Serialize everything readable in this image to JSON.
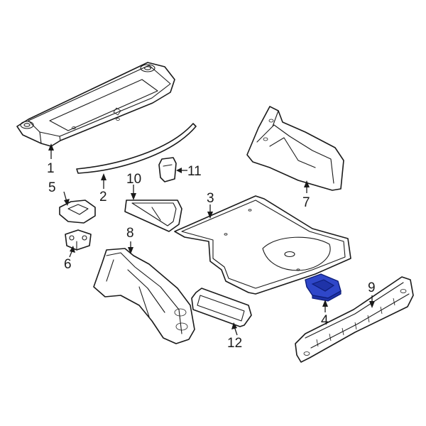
{
  "callouts": {
    "c1": "1",
    "c2": "2",
    "c3": "3",
    "c4": "4",
    "c5": "5",
    "c6": "6",
    "c7": "7",
    "c8": "8",
    "c9": "9",
    "c10": "10",
    "c11": "11",
    "c12": "12"
  },
  "colors": {
    "highlight": "#2f47c9",
    "line": "#1a1a1a",
    "background": "#ffffff"
  }
}
